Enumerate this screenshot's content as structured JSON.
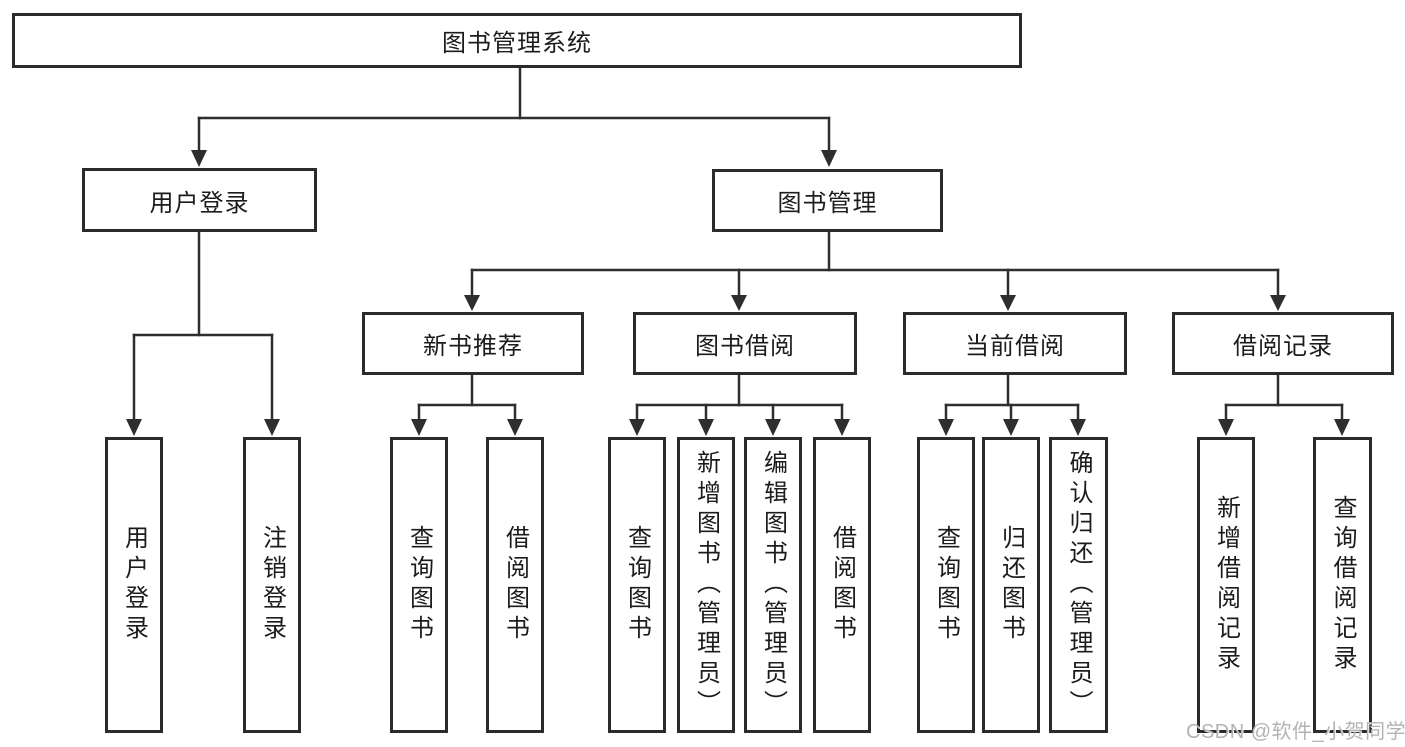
{
  "nodes": {
    "root": "图书管理系统",
    "user_login": "用户登录",
    "book_mgmt": "图书管理",
    "new_book": "新书推荐",
    "book_borrow": "图书借阅",
    "current_borrow": "当前借阅",
    "borrow_record": "借阅记录",
    "ul_user_login": "用户登录",
    "ul_logout": "注销登录",
    "nb_query_book": "查询图书",
    "nb_borrow_book": "借阅图书",
    "bb_query_book": "查询图书",
    "bb_add_book": "新增图书（管理员）",
    "bb_edit_book": "编辑图书（管理员）",
    "bb_borrow_book": "借阅图书",
    "cb_query_book": "查询图书",
    "cb_return_book": "归还图书",
    "cb_confirm_return": "确认归还（管理员）",
    "br_add_record": "新增借阅记录",
    "br_query_record": "查询借阅记录"
  },
  "watermark": "CSDN @软件_小贺同学",
  "colors": {
    "line": "#2e2e2e",
    "box_border": "#2b2b2b",
    "text": "#1c1c1c",
    "watermark": "#b3b3b3",
    "background": "#ffffff"
  }
}
